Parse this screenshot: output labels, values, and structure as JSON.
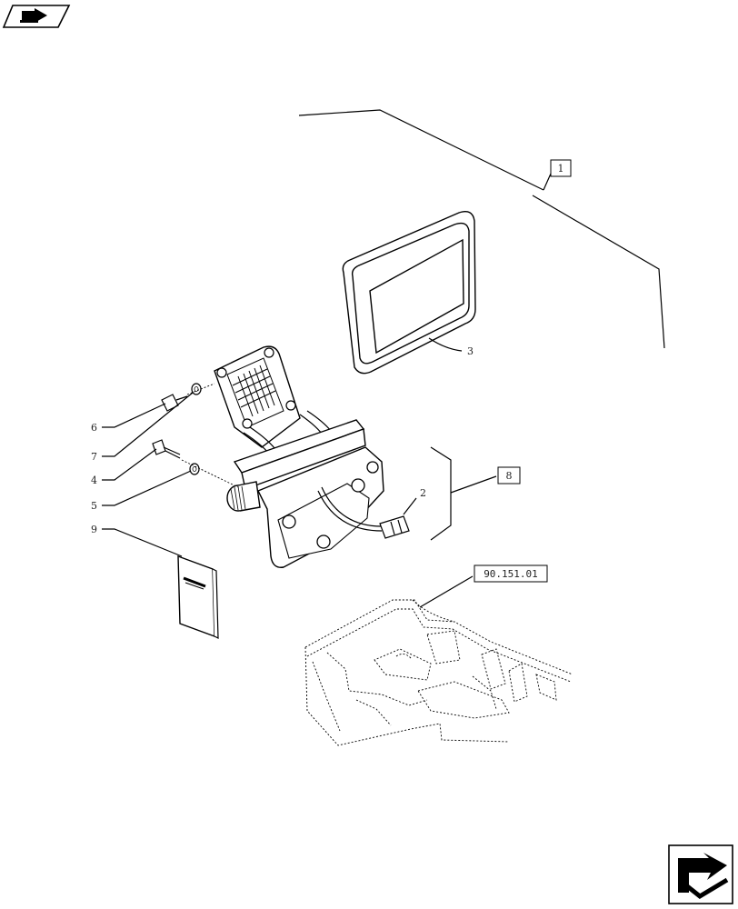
{
  "nav": {
    "prev_icon": "page-prev-arrow-icon",
    "next_icon": "page-next-arrow-icon"
  },
  "callouts": {
    "c1": "1",
    "c2": "2",
    "c3": "3",
    "c4": "4",
    "c5": "5",
    "c6": "6",
    "c7": "7",
    "c8": "8",
    "c9": "9"
  },
  "reference": "90.151.01"
}
